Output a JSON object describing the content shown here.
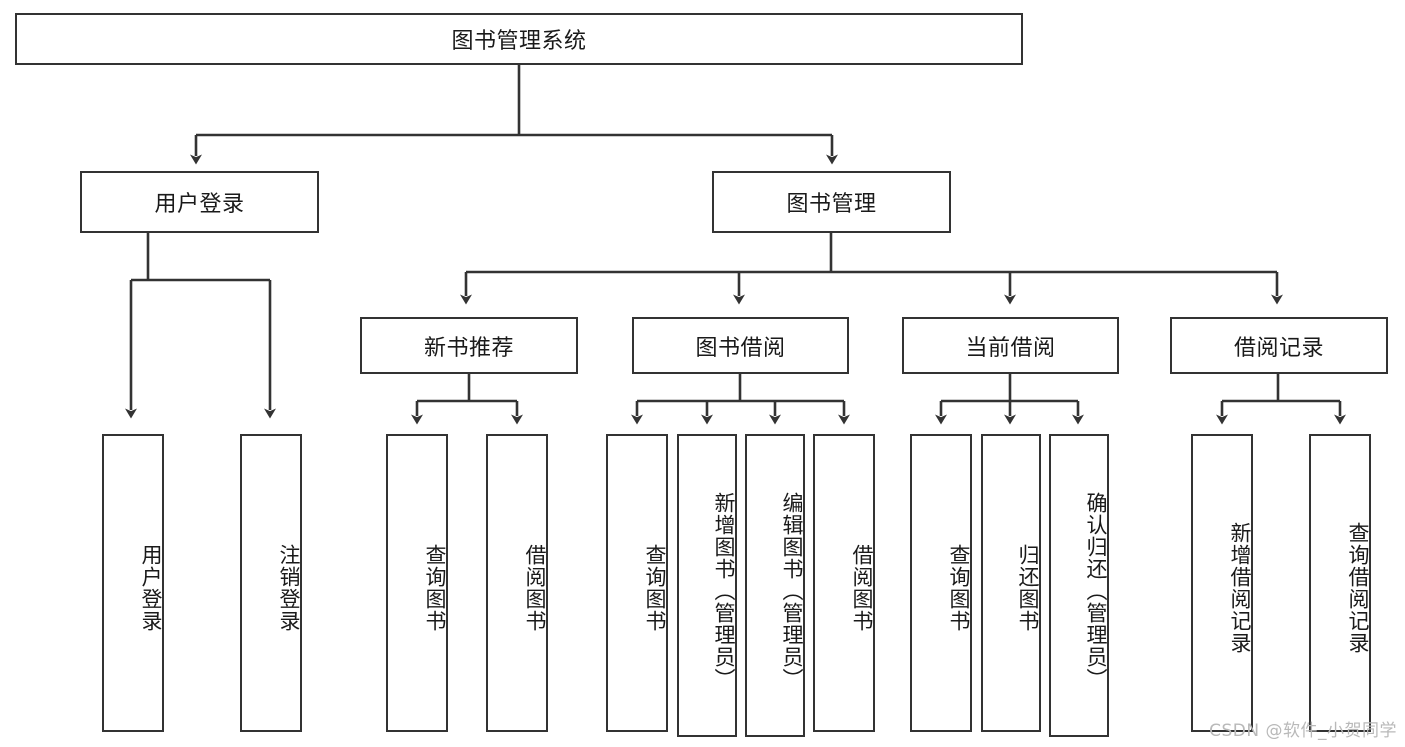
{
  "diagram": {
    "title": "图书管理系统",
    "type": "tree",
    "watermark": "CSDN @软件_小贺同学",
    "colors": {
      "stroke": "#333333",
      "fill": "#ffffff",
      "text": "#1a1a1a",
      "watermark": "#b9b9b9"
    },
    "levels": {
      "root": {
        "label": "图书管理系统"
      },
      "level2": [
        {
          "label": "用户登录"
        },
        {
          "label": "图书管理"
        }
      ],
      "level3": [
        {
          "label": "新书推荐"
        },
        {
          "label": "图书借阅"
        },
        {
          "label": "当前借阅"
        },
        {
          "label": "借阅记录"
        }
      ],
      "leaves": [
        {
          "label": "用户登录",
          "parent": "用户登录"
        },
        {
          "label": "注销登录",
          "parent": "用户登录"
        },
        {
          "label": "查询图书",
          "parent": "新书推荐"
        },
        {
          "label": "借阅图书",
          "parent": "新书推荐"
        },
        {
          "label": "查询图书",
          "parent": "图书借阅"
        },
        {
          "label": "新增图书（管理员）",
          "parent": "图书借阅"
        },
        {
          "label": "编辑图书（管理员）",
          "parent": "图书借阅"
        },
        {
          "label": "借阅图书",
          "parent": "图书借阅"
        },
        {
          "label": "查询图书",
          "parent": "当前借阅"
        },
        {
          "label": "归还图书",
          "parent": "当前借阅"
        },
        {
          "label": "确认归还（管理员）",
          "parent": "当前借阅"
        },
        {
          "label": "新增借阅记录",
          "parent": "借阅记录"
        },
        {
          "label": "查询借阅记录",
          "parent": "借阅记录"
        }
      ]
    }
  }
}
